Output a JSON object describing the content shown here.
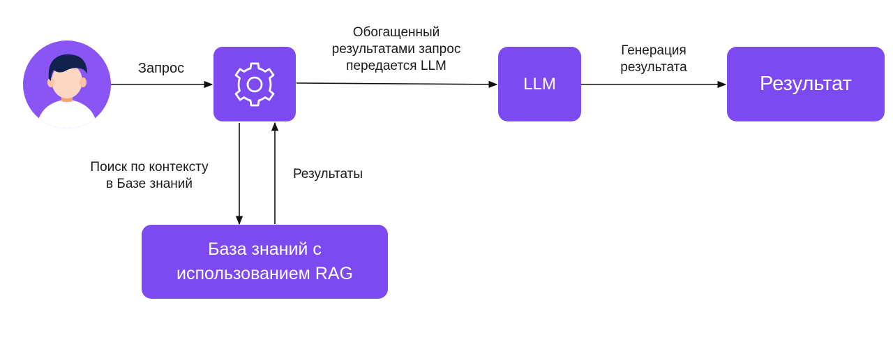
{
  "colors": {
    "node_fill": "#7c4af0",
    "node_text": "#ffffff",
    "edge": "#111111",
    "avatar_bg": "#8a55f5",
    "hair": "#10224d",
    "skin": "#fdd7c3",
    "shirt": "#ffffff"
  },
  "nodes": {
    "user": {
      "icon": "user-avatar-icon"
    },
    "processor": {
      "icon": "gear-icon"
    },
    "llm": {
      "label": "LLM"
    },
    "result": {
      "label": "Результат"
    },
    "knowledge_base": {
      "label": "База знаний с\nиспользованием RAG"
    }
  },
  "edges": {
    "request": "Запрос",
    "enriched": "Обогащенный\nрезультатами запрос\nпередается LLM",
    "generation": "Генерация\nрезультата",
    "search": "Поиск по контексту\nв Базе знаний",
    "results": "Результаты"
  }
}
